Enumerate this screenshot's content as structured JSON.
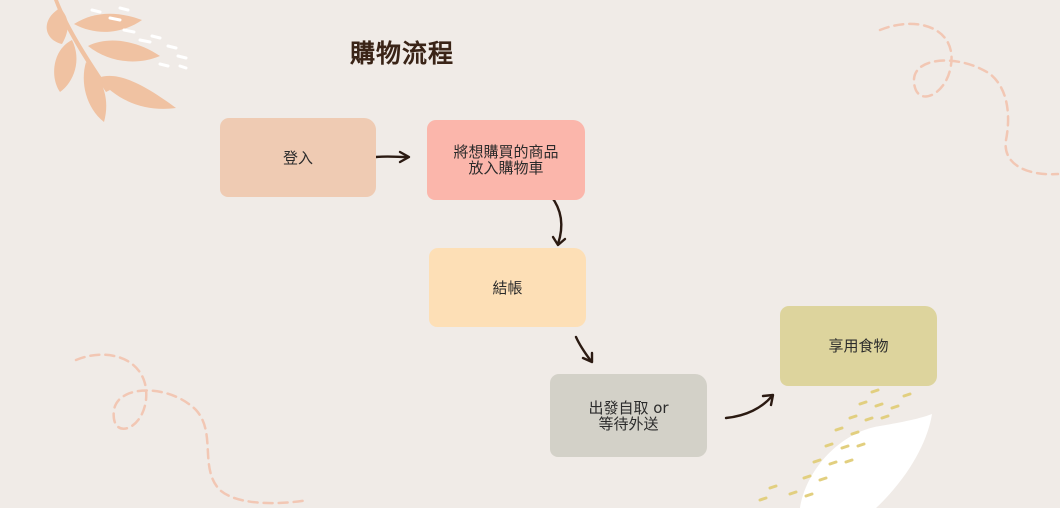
{
  "title": "購物流程",
  "steps": {
    "login": "登入",
    "cart_line1": "將想購買的商品",
    "cart_line2": "放入購物車",
    "pay": "結帳",
    "pickup_line1": "出發自取 or",
    "pickup_line2": "等待外送",
    "enjoy": "享用食物"
  },
  "colors": {
    "background": "#f0ebe7",
    "title": "#3a2417",
    "login": "#efcbb3",
    "cart": "#fbb6ab",
    "pay": "#fddfb6",
    "pickup": "#d3d1c8",
    "enjoy": "#ddd49d",
    "arrow": "#2b1a12",
    "leaf": "#f0c2a2",
    "dashes_pink": "#f2c7b4",
    "dots_gold": "#e2cf7f"
  },
  "icons": [
    "leaf-branch-decoration",
    "dashed-swirl-decoration",
    "brush-stroke-decoration"
  ]
}
